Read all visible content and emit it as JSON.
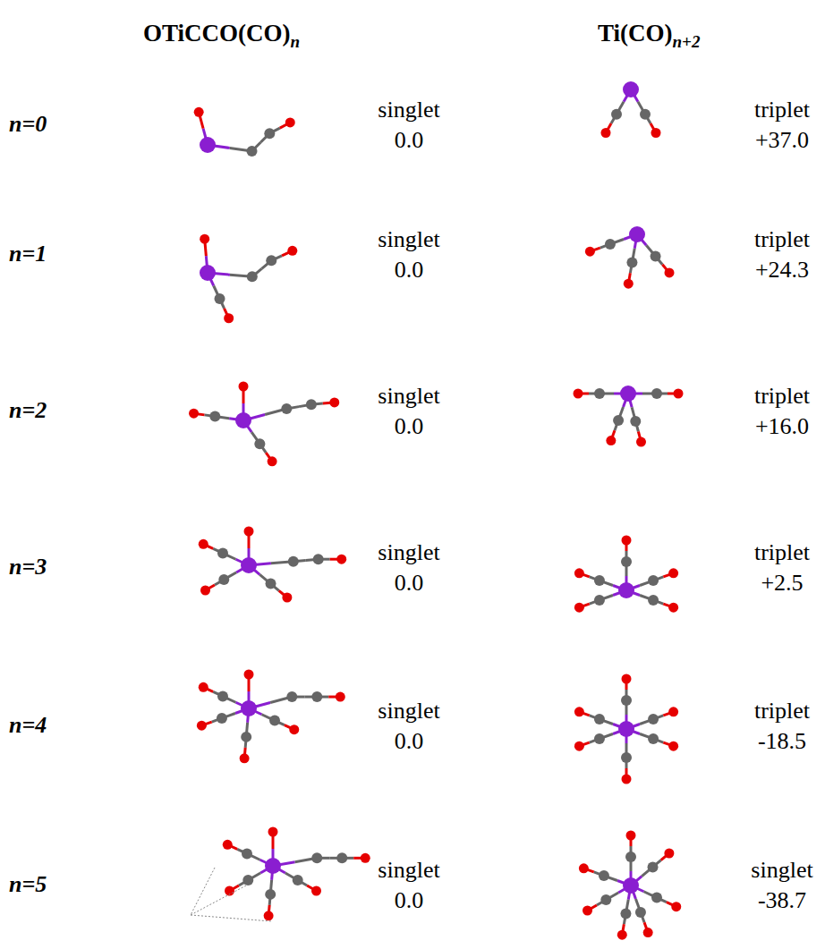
{
  "diagram": {
    "labels": [
      "OTiCCO(CO)",
      "n",
      "Ti(CO)",
      "n+2",
      "n=0",
      "singlet",
      "0.0",
      "triplet",
      "+37.0",
      "n=1",
      "singlet",
      "0.0",
      "triplet",
      "+24.3",
      "n=2",
      "singlet",
      "0.0",
      "triplet",
      "+16.0",
      "n=3",
      "singlet",
      "0.0",
      "triplet",
      "+2.5",
      "n=4",
      "singlet",
      "0.0",
      "triplet",
      "-18.5",
      "n=5",
      "singlet",
      "0.0",
      "singlet",
      "-38.7"
    ]
  }
}
